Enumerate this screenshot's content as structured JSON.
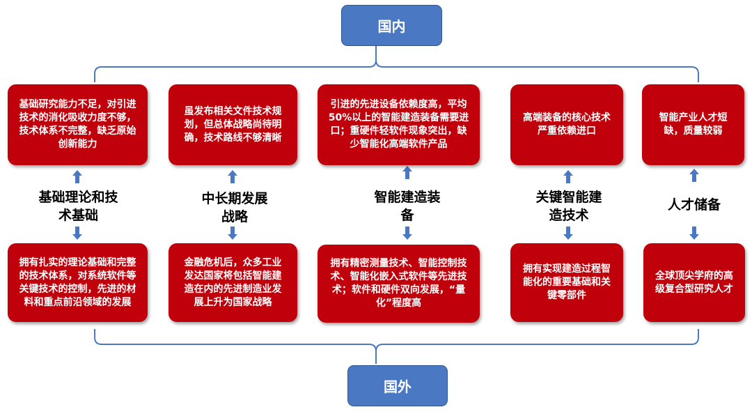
{
  "header": {
    "domestic_label": "国内"
  },
  "footer": {
    "foreign_label": "国外"
  },
  "columns": [
    {
      "domestic_text": "基础研究能力不足，对引进技术的消化吸收力度不够，技术体系不完整，缺乏原始创新能力",
      "category": "基础理论和技术基础",
      "foreign_text": "拥有扎实的理论基础和完整的技术体系，对系统软件等关键技术的控制，先进的材料和重点前沿领域的发展"
    },
    {
      "domestic_text": "虽发布相关文件技术规划，但总体战略尚待明确，技术路线不够清晰",
      "category": "中长期发展战略",
      "foreign_text": "金融危机后，众多工业发达国家将包括智能建造在内的先进制造业发展上升为国家战略"
    },
    {
      "domestic_text": "引进的先进设备依赖度高，平均50%以上的智能建造装备需要进口；重硬件轻软件现象突出，缺少智能化高端软件产品",
      "category": "智能建造装备",
      "foreign_text": "拥有精密测量技术、智能控制技术、智能化嵌入式软件等先进技术；软件和硬件双向发展，“量化”程度高"
    },
    {
      "domestic_text": "高端装备的核心技术严重依赖进口",
      "category": "关键智能建造技术",
      "foreign_text": "拥有实现建造过程智能化的重要基础和关键零部件"
    },
    {
      "domestic_text": "智能产业人才短缺，质量较弱",
      "category": "人才储备",
      "foreign_text": "全球顶尖学府的高级复合型研究人才"
    }
  ],
  "colors": {
    "blue_box": "#4a78c2",
    "red_box": "#c0000b",
    "bracket_line": "#4a78c2",
    "arrow": "#4a78c2"
  }
}
